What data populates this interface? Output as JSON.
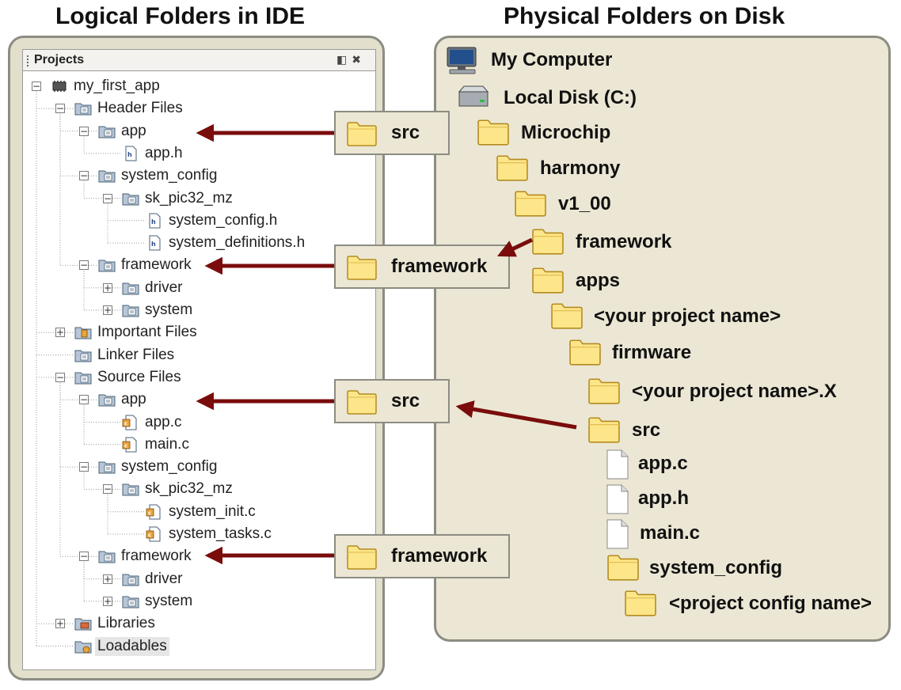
{
  "headings": {
    "left": "Logical Folders in IDE",
    "right": "Physical Folders on Disk"
  },
  "ide": {
    "panel_title": "Projects",
    "tree": [
      {
        "label": "my_first_app",
        "icon": "chip-icon",
        "depth": 0,
        "expander": "minus",
        "selected": false
      },
      {
        "label": "Header Files",
        "icon": "logical-folder-icon",
        "depth": 1,
        "expander": "minus",
        "selected": false
      },
      {
        "label": "app",
        "icon": "logical-folder-icon",
        "depth": 2,
        "expander": "minus",
        "selected": false
      },
      {
        "label": "app.h",
        "icon": "header-file-icon",
        "depth": 3,
        "expander": "none",
        "selected": false
      },
      {
        "label": "system_config",
        "icon": "logical-folder-icon",
        "depth": 2,
        "expander": "minus",
        "selected": false
      },
      {
        "label": "sk_pic32_mz",
        "icon": "logical-folder-icon",
        "depth": 3,
        "expander": "minus",
        "selected": false
      },
      {
        "label": "system_config.h",
        "icon": "header-file-icon",
        "depth": 4,
        "expander": "none",
        "selected": false
      },
      {
        "label": "system_definitions.h",
        "icon": "header-file-icon",
        "depth": 4,
        "expander": "none",
        "selected": false
      },
      {
        "label": "framework",
        "icon": "logical-folder-icon",
        "depth": 2,
        "expander": "minus",
        "selected": false
      },
      {
        "label": "driver",
        "icon": "logical-folder-icon",
        "depth": 3,
        "expander": "plus",
        "selected": false
      },
      {
        "label": "system",
        "icon": "logical-folder-icon",
        "depth": 3,
        "expander": "plus",
        "selected": false
      },
      {
        "label": "Important Files",
        "icon": "important-folder-icon",
        "depth": 1,
        "expander": "plus",
        "selected": false
      },
      {
        "label": "Linker Files",
        "icon": "logical-folder-icon",
        "depth": 1,
        "expander": "none",
        "selected": false
      },
      {
        "label": "Source Files",
        "icon": "logical-folder-icon",
        "depth": 1,
        "expander": "minus",
        "selected": false
      },
      {
        "label": "app",
        "icon": "logical-folder-icon",
        "depth": 2,
        "expander": "minus",
        "selected": false
      },
      {
        "label": "app.c",
        "icon": "source-file-icon",
        "depth": 3,
        "expander": "none",
        "selected": false
      },
      {
        "label": "main.c",
        "icon": "source-file-icon",
        "depth": 3,
        "expander": "none",
        "selected": false
      },
      {
        "label": "system_config",
        "icon": "logical-folder-icon",
        "depth": 2,
        "expander": "minus",
        "selected": false
      },
      {
        "label": "sk_pic32_mz",
        "icon": "logical-folder-icon",
        "depth": 3,
        "expander": "minus",
        "selected": false
      },
      {
        "label": "system_init.c",
        "icon": "source-file-icon",
        "depth": 4,
        "expander": "none",
        "selected": false
      },
      {
        "label": "system_tasks.c",
        "icon": "source-file-icon",
        "depth": 4,
        "expander": "none",
        "selected": false
      },
      {
        "label": "framework",
        "icon": "logical-folder-icon",
        "depth": 2,
        "expander": "minus",
        "selected": false
      },
      {
        "label": "driver",
        "icon": "logical-folder-icon",
        "depth": 3,
        "expander": "plus",
        "selected": false
      },
      {
        "label": "system",
        "icon": "logical-folder-icon",
        "depth": 3,
        "expander": "plus",
        "selected": false
      },
      {
        "label": "Libraries",
        "icon": "library-folder-icon",
        "depth": 1,
        "expander": "plus",
        "selected": false
      },
      {
        "label": "Loadables",
        "icon": "loadables-folder-icon",
        "depth": 1,
        "expander": "none",
        "selected": true
      }
    ]
  },
  "callouts": [
    {
      "label": "src",
      "icon": "folder-icon"
    },
    {
      "label": "framework",
      "icon": "folder-icon"
    },
    {
      "label": "src",
      "icon": "folder-icon"
    },
    {
      "label": "framework",
      "icon": "folder-icon"
    }
  ],
  "disk": [
    {
      "label": "My Computer",
      "icon": "computer-icon"
    },
    {
      "label": "Local Disk (C:)",
      "icon": "disk-drive-icon"
    },
    {
      "label": "Microchip",
      "icon": "folder-icon"
    },
    {
      "label": "harmony",
      "icon": "folder-icon"
    },
    {
      "label": "v1_00",
      "icon": "folder-icon"
    },
    {
      "label": "framework",
      "icon": "folder-icon"
    },
    {
      "label": "apps",
      "icon": "folder-icon"
    },
    {
      "label": "<your project name>",
      "icon": "folder-icon"
    },
    {
      "label": "firmware",
      "icon": "folder-icon"
    },
    {
      "label": "<your project name>.X",
      "icon": "folder-icon"
    },
    {
      "label": "src",
      "icon": "folder-icon"
    },
    {
      "label": "app.c",
      "icon": "file-icon"
    },
    {
      "label": "app.h",
      "icon": "file-icon"
    },
    {
      "label": "main.c",
      "icon": "file-icon"
    },
    {
      "label": "system_config",
      "icon": "folder-icon"
    },
    {
      "label": "<project config name>",
      "icon": "folder-icon"
    }
  ],
  "colors": {
    "arrow": "#7a0c0c",
    "folder_fill": "#fde68a",
    "panel_fill": "#ebe7d4",
    "panel_border": "#8c8c82"
  }
}
